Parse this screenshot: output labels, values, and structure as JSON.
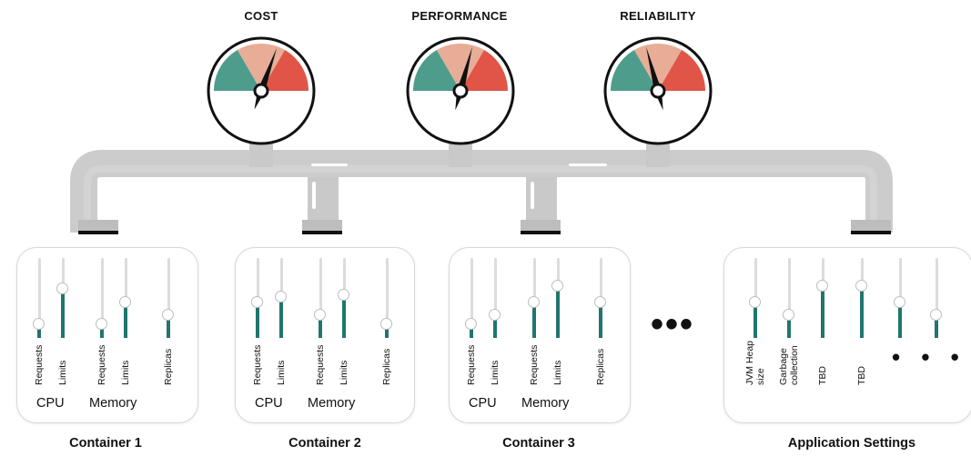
{
  "gauges": [
    {
      "title": "COST",
      "needle_angle_deg": 20
    },
    {
      "title": "PERFORMANCE",
      "needle_angle_deg": 15
    },
    {
      "title": "RELIABILITY",
      "needle_angle_deg": -15
    }
  ],
  "colors": {
    "gauge_green": "#4e9d8c",
    "gauge_peach": "#e8ad97",
    "gauge_red": "#e05547",
    "slider_fill": "#21756f",
    "pipe": "#cccccc"
  },
  "containers": [
    {
      "title": "Container 1",
      "sliders": [
        {
          "label": "Requests",
          "level": 0.18
        },
        {
          "label": "Limits",
          "level": 0.62
        },
        {
          "label": "Requests",
          "level": 0.18
        },
        {
          "label": "Limits",
          "level": 0.46
        },
        {
          "label": "Replicas",
          "level": 0.3
        }
      ],
      "groups": [
        "CPU",
        "Memory"
      ]
    },
    {
      "title": "Container 2",
      "sliders": [
        {
          "label": "Requests",
          "level": 0.46
        },
        {
          "label": "Limits",
          "level": 0.52
        },
        {
          "label": "Requests",
          "level": 0.3
        },
        {
          "label": "Limits",
          "level": 0.54
        },
        {
          "label": "Replicas",
          "level": 0.18
        }
      ],
      "groups": [
        "CPU",
        "Memory"
      ]
    },
    {
      "title": "Container 3",
      "sliders": [
        {
          "label": "Requests",
          "level": 0.18
        },
        {
          "label": "Limits",
          "level": 0.3
        },
        {
          "label": "Requests",
          "level": 0.46
        },
        {
          "label": "Limits",
          "level": 0.66
        },
        {
          "label": "Replicas",
          "level": 0.46
        }
      ],
      "groups": [
        "CPU",
        "Memory"
      ]
    }
  ],
  "more_indicator": "•••",
  "app_settings": {
    "title": "Application Settings",
    "sliders": [
      {
        "label": "JVM Heap size",
        "level": 0.46
      },
      {
        "label": "Garbage collection",
        "level": 0.3
      },
      {
        "label": "TBD",
        "level": 0.66
      },
      {
        "label": "TBD",
        "level": 0.66
      },
      {
        "label": "",
        "level": 0.46
      },
      {
        "label": "",
        "level": 0.3
      }
    ],
    "trailing_dots": "• • •"
  }
}
